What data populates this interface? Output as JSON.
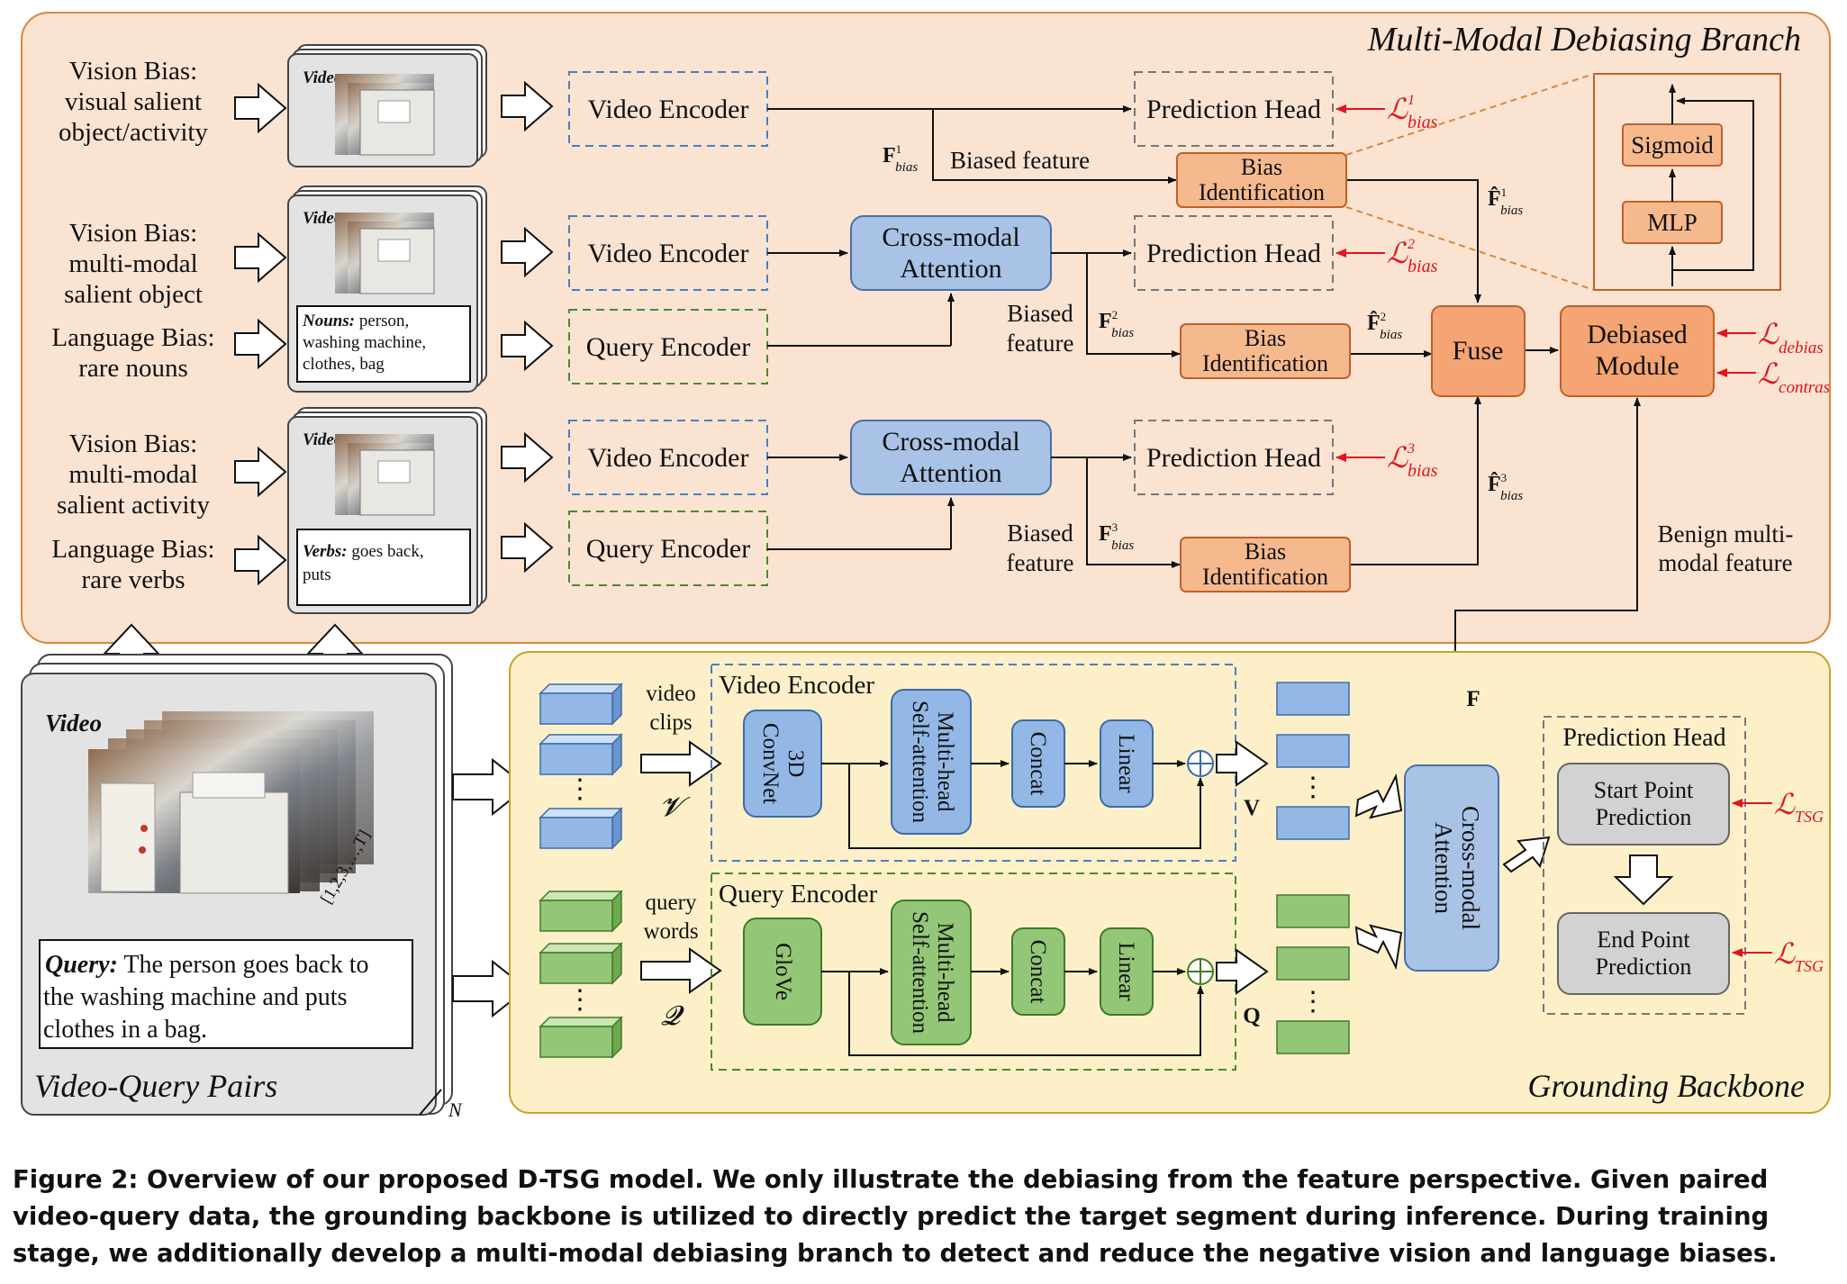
{
  "debias_branch": {
    "title": "Multi-Modal Debiasing Branch",
    "rows": [
      {
        "bias_lines": [
          "Vision Bias:",
          "visual salient",
          "object/activity"
        ],
        "video_tag": "Video",
        "video_encoder": "Video Encoder",
        "prediction_head": "Prediction Head",
        "loss": "ℒ",
        "loss_sup": "1",
        "loss_sub": "bias",
        "feature_label": "Biased feature",
        "feat": "F",
        "feat_sup": "1",
        "feat_sub": "bias",
        "bias_id": [
          "Bias",
          "Identification"
        ],
        "hat_feat": "F̂",
        "hat_sup": "1",
        "hat_sub": "bias"
      },
      {
        "bias_lines": [
          "Vision Bias:",
          "multi-modal",
          "salient object"
        ],
        "lang_lines": [
          "Language Bias:",
          "rare nouns"
        ],
        "video_tag": "Video",
        "words_key": "Nouns:",
        "words_lines": [
          " person,",
          "washing machine,",
          "clothes, bag"
        ],
        "video_encoder": "Video Encoder",
        "query_encoder": "Query Encoder",
        "cross_modal": [
          "Cross-modal",
          "Attention"
        ],
        "prediction_head": "Prediction Head",
        "loss": "ℒ",
        "loss_sup": "2",
        "loss_sub": "bias",
        "feature_label": [
          "Biased",
          "feature"
        ],
        "feat": "F",
        "feat_sup": "2",
        "feat_sub": "bias",
        "bias_id": [
          "Bias",
          "Identification"
        ],
        "hat_feat": "F̂",
        "hat_sup": "2",
        "hat_sub": "bias"
      },
      {
        "bias_lines": [
          "Vision Bias:",
          "multi-modal",
          "salient activity"
        ],
        "lang_lines": [
          "Language Bias:",
          "rare verbs"
        ],
        "video_tag": "Video",
        "words_key": "Verbs:",
        "words_lines": [
          " goes back,",
          "puts"
        ],
        "video_encoder": "Video Encoder",
        "query_encoder": "Query Encoder",
        "cross_modal": [
          "Cross-modal",
          "Attention"
        ],
        "prediction_head": "Prediction Head",
        "loss": "ℒ",
        "loss_sup": "3",
        "loss_sub": "bias",
        "feature_label": [
          "Biased",
          "feature"
        ],
        "feat": "F",
        "feat_sup": "3",
        "feat_sub": "bias",
        "bias_id": [
          "Bias",
          "Identification"
        ],
        "hat_feat": "F̂",
        "hat_sup": "3",
        "hat_sub": "bias"
      }
    ],
    "inset": {
      "top": "Sigmoid",
      "bottom": "MLP"
    },
    "fuse": "Fuse",
    "debiased_module": [
      "Debiased",
      "Module"
    ],
    "loss_debias": {
      "sym": "ℒ",
      "sub": "debias"
    },
    "loss_contras": {
      "sym": "ℒ",
      "sub": "contras"
    },
    "benign_label": [
      "Benign multi-",
      "modal feature"
    ]
  },
  "video_query_pairs": {
    "title": "Video-Query Pairs",
    "video_tag": "Video",
    "frame_index": "[1,2,3,…,T]",
    "query_key": "Query:",
    "query_lines": [
      " The person goes back to",
      "the washing machine and puts",
      "clothes in a bag."
    ],
    "count": "N"
  },
  "grounding_backbone": {
    "title": "Grounding Backbone",
    "video_clips": [
      "video",
      "clips"
    ],
    "video_sym": "𝓥",
    "query_words": [
      "query",
      "words"
    ],
    "query_sym": "𝓠",
    "dots": "⋮",
    "video_encoder": {
      "title": "Video Encoder",
      "first": [
        "3D",
        "ConvNet"
      ],
      "mhsa": [
        "Multi-head",
        "Self-attention"
      ],
      "concat": "Concat",
      "linear": "Linear"
    },
    "query_encoder": {
      "title": "Query Encoder",
      "first": [
        "GloVe"
      ],
      "mhsa": [
        "Multi-head",
        "Self-attention"
      ],
      "concat": "Concat",
      "linear": "Linear"
    },
    "v_label": "V",
    "q_label": "Q",
    "f_label": "F",
    "cross_modal": [
      "Cross-modal",
      "Attention"
    ],
    "prediction_head": {
      "title": "Prediction Head",
      "start": [
        "Start Point",
        "Prediction"
      ],
      "end": [
        "End Point",
        "Prediction"
      ],
      "loss": "ℒ",
      "loss_sub": "TSG"
    }
  },
  "caption_lines": [
    "Figure 2: Overview of our proposed D-TSG model. We only illustrate the debiasing from the feature perspective. Given paired",
    "video-query data, the grounding backbone is utilized to directly predict the target segment during inference. During training",
    "stage, we additionally develop a multi-modal debiasing branch to detect and reduce the negative vision and language biases."
  ],
  "colors": {
    "debias_bg": "#fbe3d2",
    "debias_border": "#d9873a",
    "backbone_bg": "#fdf0c9",
    "backbone_border": "#c9a22a",
    "blue_box": "#a9c3e6",
    "blue_border": "#4a6fa8",
    "green_box": "#a6d08a",
    "green_border": "#3f7a28",
    "orange_box": "#f6b98e",
    "orange_border": "#c0602a",
    "gray_box": "#d2d2d2",
    "loss_red": "#e0141e"
  }
}
